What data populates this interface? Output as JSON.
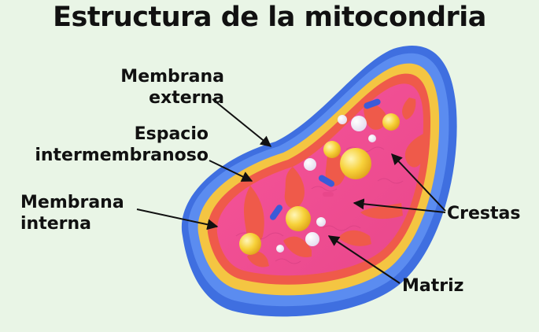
{
  "title": "Estructura de la mitocondria",
  "labels": {
    "membrana_externa": [
      "Membrana",
      "externa"
    ],
    "espacio_intermembranoso": [
      "Espacio",
      "intermembranoso"
    ],
    "membrana_interna": [
      "Membrana",
      "interna"
    ],
    "crestas": "Crestas",
    "matriz": "Matriz"
  },
  "colors": {
    "background": "#e9f5e6",
    "outer_membrane": "#3f6fe0",
    "intermembrane_space": "#f4c542",
    "inner_membrane": "#ef5a4a",
    "matrix": "#ef5c9a",
    "granules": "#f7d23a",
    "ribosomes": "#ffffff",
    "dna": "#3a5bd8"
  }
}
